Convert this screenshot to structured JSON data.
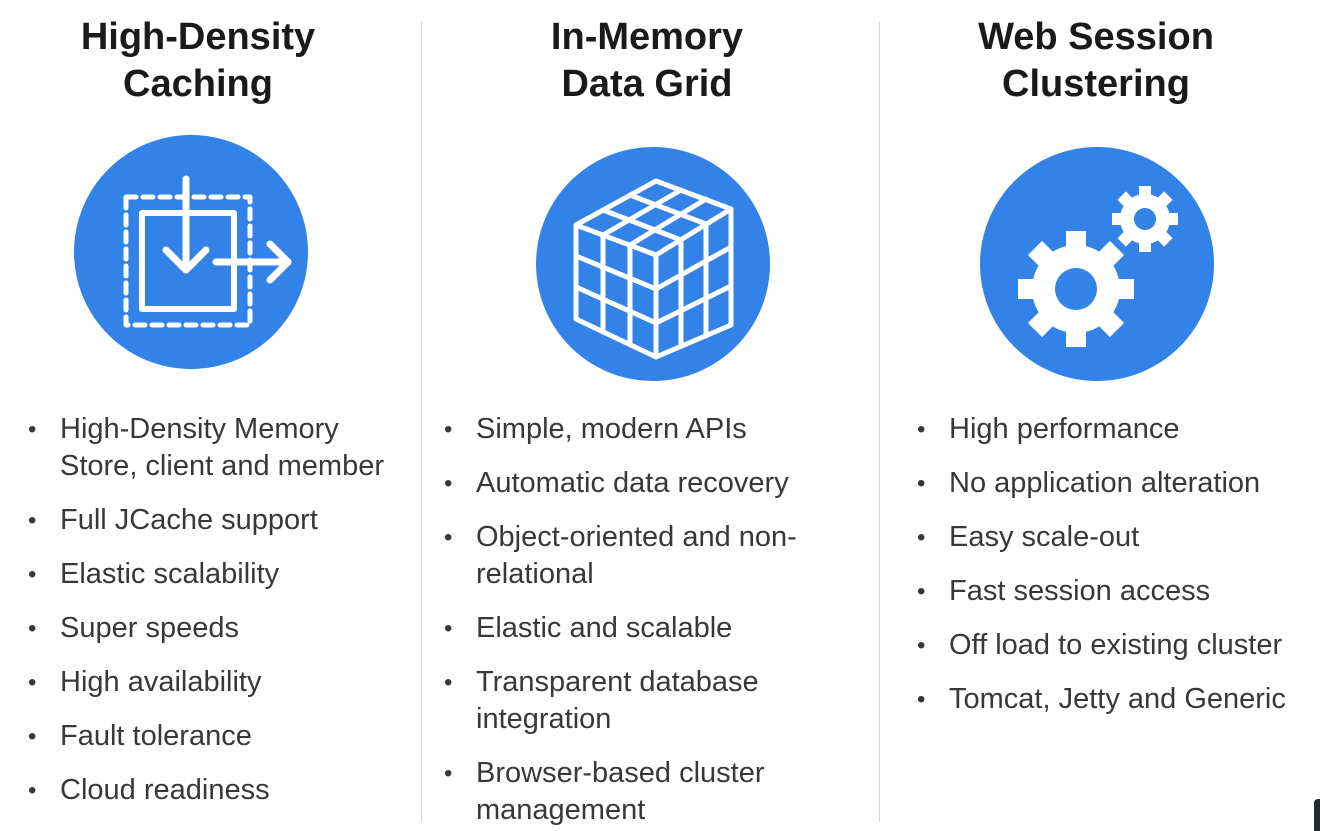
{
  "columns": [
    {
      "title_lines": [
        "High-Density",
        "Caching"
      ],
      "icon": "cache-transfer-icon",
      "bullets": [
        "High-Density Memory Store, client and member",
        "Full JCache support",
        "Elastic scalability",
        "Super speeds",
        "High availability",
        "Fault tolerance",
        "Cloud readiness"
      ]
    },
    {
      "title_lines": [
        "In-Memory",
        "Data Grid"
      ],
      "icon": "data-grid-cube-icon",
      "bullets": [
        "Simple, modern APIs",
        "Automatic data recovery",
        "Object-oriented and non-relational",
        "Elastic and scalable",
        "Transparent database integration",
        "Browser-based cluster management"
      ]
    },
    {
      "title_lines": [
        "Web Session",
        "Clustering"
      ],
      "icon": "gears-icon",
      "bullets": [
        "High performance",
        "No application alteration",
        "Easy scale-out",
        "Fast session access",
        "Off load to existing cluster",
        "Tomcat, Jetty and Generic"
      ]
    }
  ],
  "colors": {
    "icon_circle": "#3282e8",
    "title_text": "#1a1a1a",
    "bullet_text": "#383838",
    "divider": "#d6d6d6"
  }
}
